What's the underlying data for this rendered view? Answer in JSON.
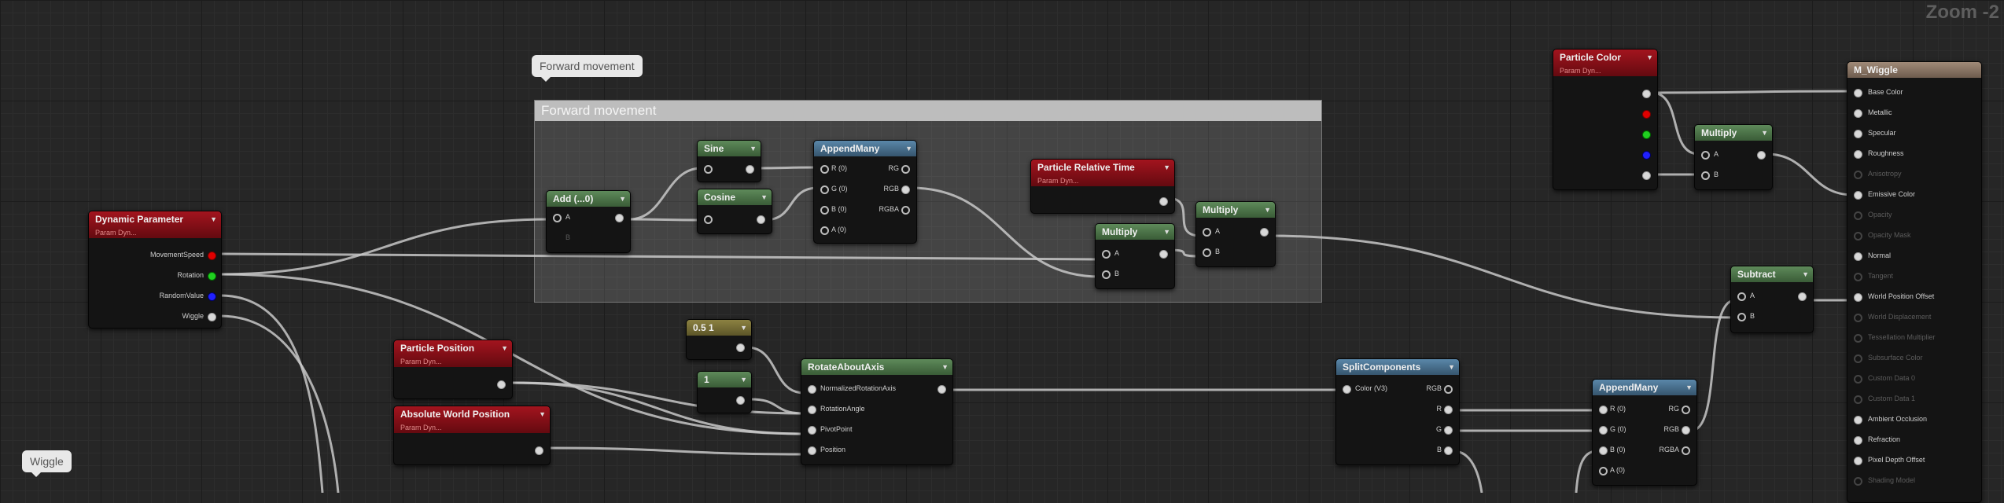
{
  "zoom_label": "Zoom -2",
  "comment_bubbles": {
    "forward": "Forward movement",
    "wiggle": "Wiggle"
  },
  "comment_box_title": "Forward movement",
  "nodes": {
    "dynamic_param": {
      "title": "Dynamic Parameter",
      "subtitle": "Param Dyn...",
      "outputs": [
        "MovementSpeed",
        "Rotation",
        "RandomValue",
        "Wiggle"
      ]
    },
    "add": {
      "title": "Add (...0)",
      "inputs": [
        "A",
        "B"
      ]
    },
    "sine": {
      "title": "Sine"
    },
    "cosine": {
      "title": "Cosine"
    },
    "append_fwd": {
      "title": "AppendMany",
      "rows": [
        "R (0)",
        "G (0)",
        "B (0)",
        "A (0)"
      ],
      "outputs": [
        "RG",
        "RGB",
        "RGBA"
      ]
    },
    "rel_time": {
      "title": "Particle Relative Time",
      "subtitle": "Param Dyn..."
    },
    "multiply_a": {
      "title": "Multiply",
      "inputs": [
        "A",
        "B"
      ]
    },
    "multiply_b": {
      "title": "Multiply",
      "inputs": [
        "A",
        "B"
      ]
    },
    "particle_pos": {
      "title": "Particle Position",
      "subtitle": "Param Dyn..."
    },
    "abs_world_pos": {
      "title": "Absolute World Position",
      "subtitle": "Param Dyn..."
    },
    "const_a": {
      "title": "0.5 1"
    },
    "const_b": {
      "title": "1"
    },
    "rotate": {
      "title": "RotateAboutAxis",
      "inputs": [
        "NormalizedRotationAxis",
        "RotationAngle",
        "PivotPoint",
        "Position"
      ]
    },
    "split": {
      "title": "SplitComponents",
      "input": "Color (V3)",
      "outputs": [
        "RGB",
        "R",
        "G",
        "B"
      ]
    },
    "append_out": {
      "title": "AppendMany",
      "rows": [
        "R (0)",
        "G (0)",
        "B (0)",
        "A (0)"
      ],
      "outputs": [
        "RG",
        "RGB",
        "RGBA"
      ]
    },
    "particle_color": {
      "title": "Particle Color",
      "subtitle": "Param Dyn..."
    },
    "multiply_c": {
      "title": "Multiply",
      "inputs": [
        "A",
        "B"
      ]
    },
    "subtract": {
      "title": "Subtract",
      "inputs": [
        "A",
        "B"
      ]
    },
    "result": {
      "title": "M_Wiggle",
      "pins": [
        "Base Color",
        "Metallic",
        "Specular",
        "Roughness",
        "Anisotropy",
        "Emissive Color",
        "Opacity",
        "Opacity Mask",
        "Normal",
        "Tangent",
        "World Position Offset",
        "World Displacement",
        "Tessellation Multiplier",
        "Subsurface Color",
        "Custom Data 0",
        "Custom Data 1",
        "Ambient Occlusion",
        "Refraction",
        "Pixel Depth Offset",
        "Shading Model"
      ],
      "active": [
        true,
        true,
        true,
        true,
        false,
        true,
        false,
        false,
        true,
        false,
        true,
        false,
        false,
        false,
        false,
        false,
        true,
        true,
        true,
        false
      ]
    }
  },
  "colors": {
    "red_header": "#a3141e",
    "green_header": "#5e8a5a",
    "blue_header": "#5a87a9",
    "wire": "#c8c8c8"
  }
}
